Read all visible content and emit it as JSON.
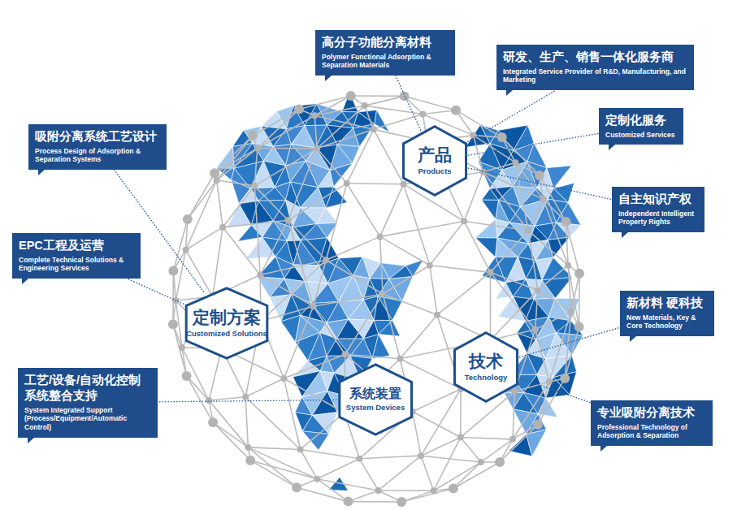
{
  "diagram": {
    "nodes": [
      {
        "text": [
          "高分子功能分离材料",
          "Polymer Functional Adsorption & Separation Materials"
        ]
      },
      {
        "text": [
          "研发、生产、销售一体化服务商",
          "Integrated Service Provider of R&D, Manufacturing, and Marketing"
        ]
      },
      {
        "text": [
          "吸附分离系统工艺设计",
          "Process Design of Adsorption & Separation Systems"
        ]
      },
      {
        "text": [
          "定制化服务",
          "Customized Services"
        ]
      },
      {
        "text": [
          "产品",
          "Products"
        ]
      },
      {
        "text": [
          "自主知识产权",
          "Independent Intelligent Property Rights"
        ]
      },
      {
        "text": [
          "EPC工程及运营",
          "Complete Technical Solutions & Engineering Services"
        ]
      },
      {
        "text": [
          "定制方案",
          "Customized Solutions"
        ]
      },
      {
        "text": [
          "新材料 硬科技",
          "New Materials, Key & Core Technology"
        ]
      },
      {
        "text": [
          "技术",
          "Technology"
        ]
      },
      {
        "text": [
          "工艺/设备/自动化控制 系统整合支持",
          "System Integrated Support (Process/Equipment/Automatic Control)"
        ]
      },
      {
        "text": [
          "系统装置",
          "System Devices"
        ]
      },
      {
        "text": [
          "专业吸附分离技术",
          "Professional Technology of Adsorption & Separation"
        ]
      }
    ],
    "edges": [
      {
        "from": 4,
        "to": 0,
        "arrow": "none"
      },
      {
        "from": 4,
        "to": 1,
        "arrow": "none"
      },
      {
        "from": 4,
        "to": 3,
        "arrow": "none"
      },
      {
        "from": 4,
        "to": 5,
        "arrow": "none"
      },
      {
        "from": 7,
        "to": 2,
        "arrow": "none"
      },
      {
        "from": 7,
        "to": 6,
        "arrow": "none"
      },
      {
        "from": 11,
        "to": 10,
        "arrow": "none"
      },
      {
        "from": 9,
        "to": 8,
        "arrow": "none"
      },
      {
        "from": 9,
        "to": 12,
        "arrow": "none"
      }
    ]
  }
}
